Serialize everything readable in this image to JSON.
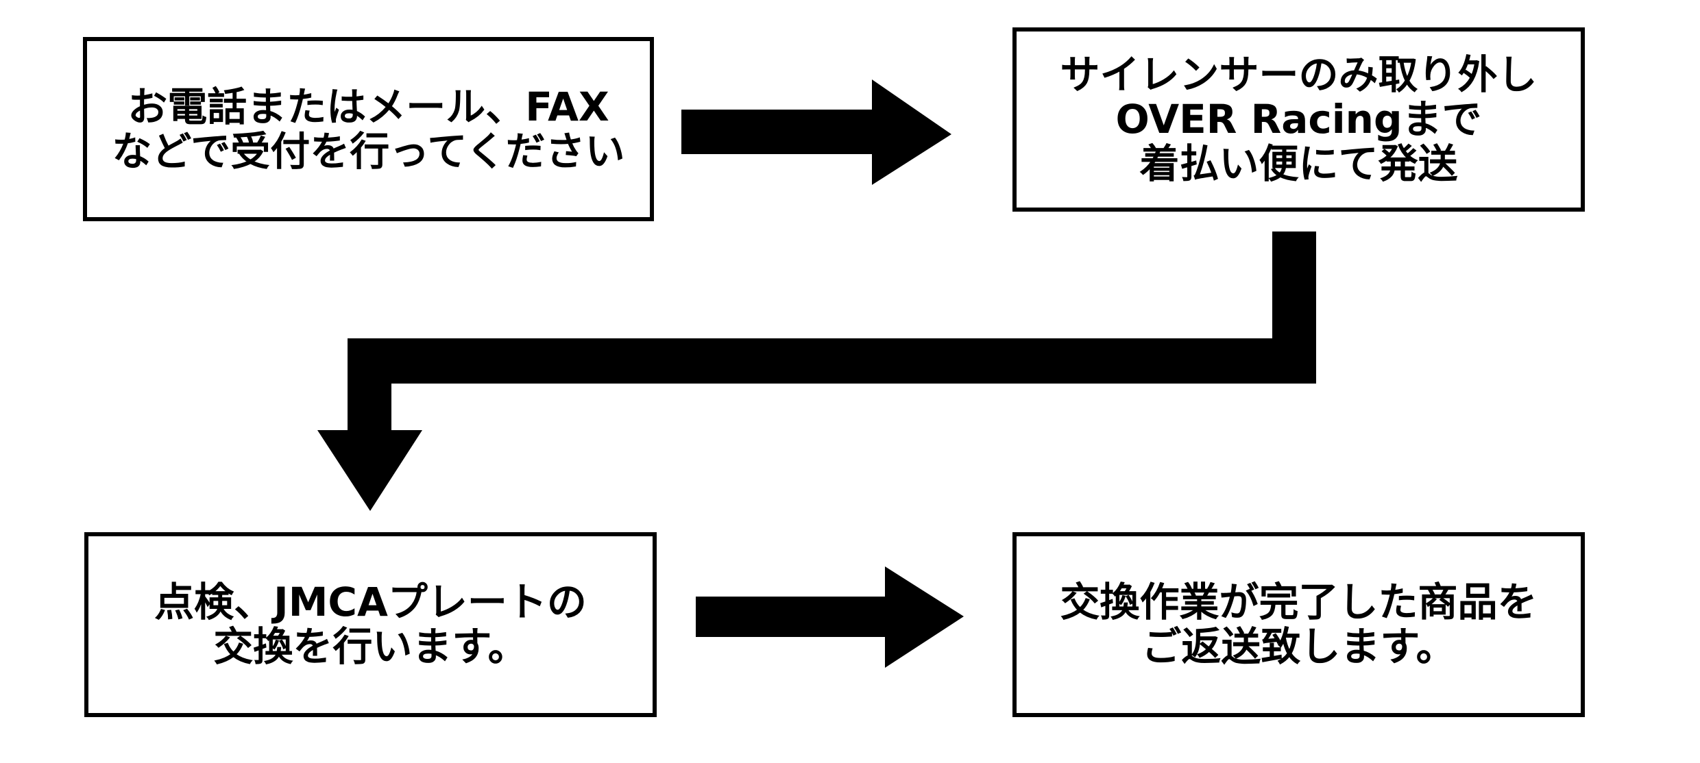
{
  "flow": {
    "steps": [
      {
        "lines": [
          "お電話またはメール、FAX",
          "などで受付を行ってください"
        ]
      },
      {
        "lines": [
          "サイレンサーのみ取り外し",
          "OVER Racingまで",
          "着払い便にて発送"
        ]
      },
      {
        "lines": [
          "点検、JMCAプレートの",
          "交換を行います。"
        ]
      },
      {
        "lines": [
          "交換作業が完了した商品を",
          "ご返送致します。"
        ]
      }
    ],
    "colors": {
      "stroke": "#000000",
      "background": "#ffffff"
    }
  }
}
